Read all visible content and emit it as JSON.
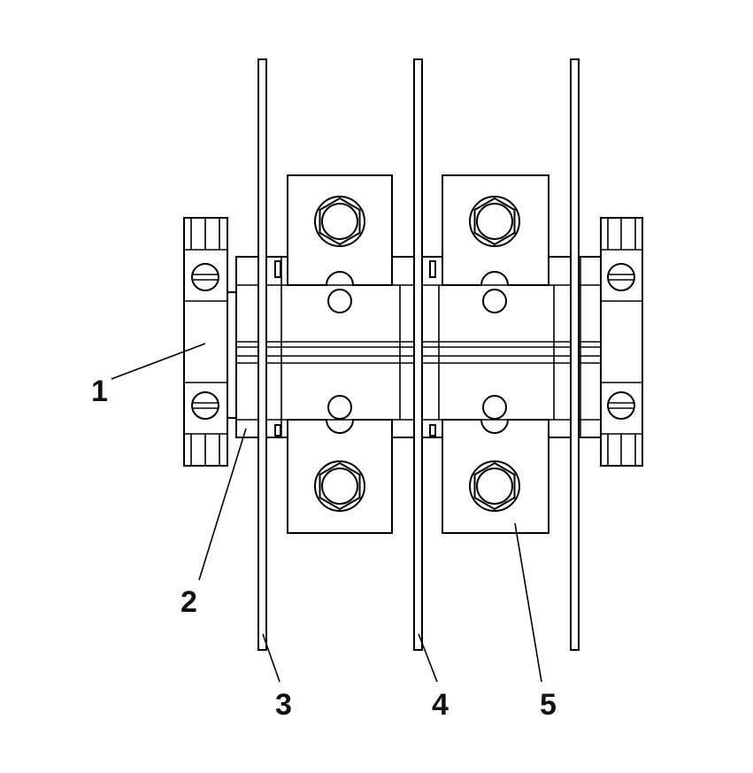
{
  "diagram": {
    "callouts": [
      {
        "label": "1"
      },
      {
        "label": "2"
      },
      {
        "label": "3"
      },
      {
        "label": "4"
      },
      {
        "label": "5"
      }
    ],
    "line_color": "#000000",
    "background": "#ffffff"
  }
}
